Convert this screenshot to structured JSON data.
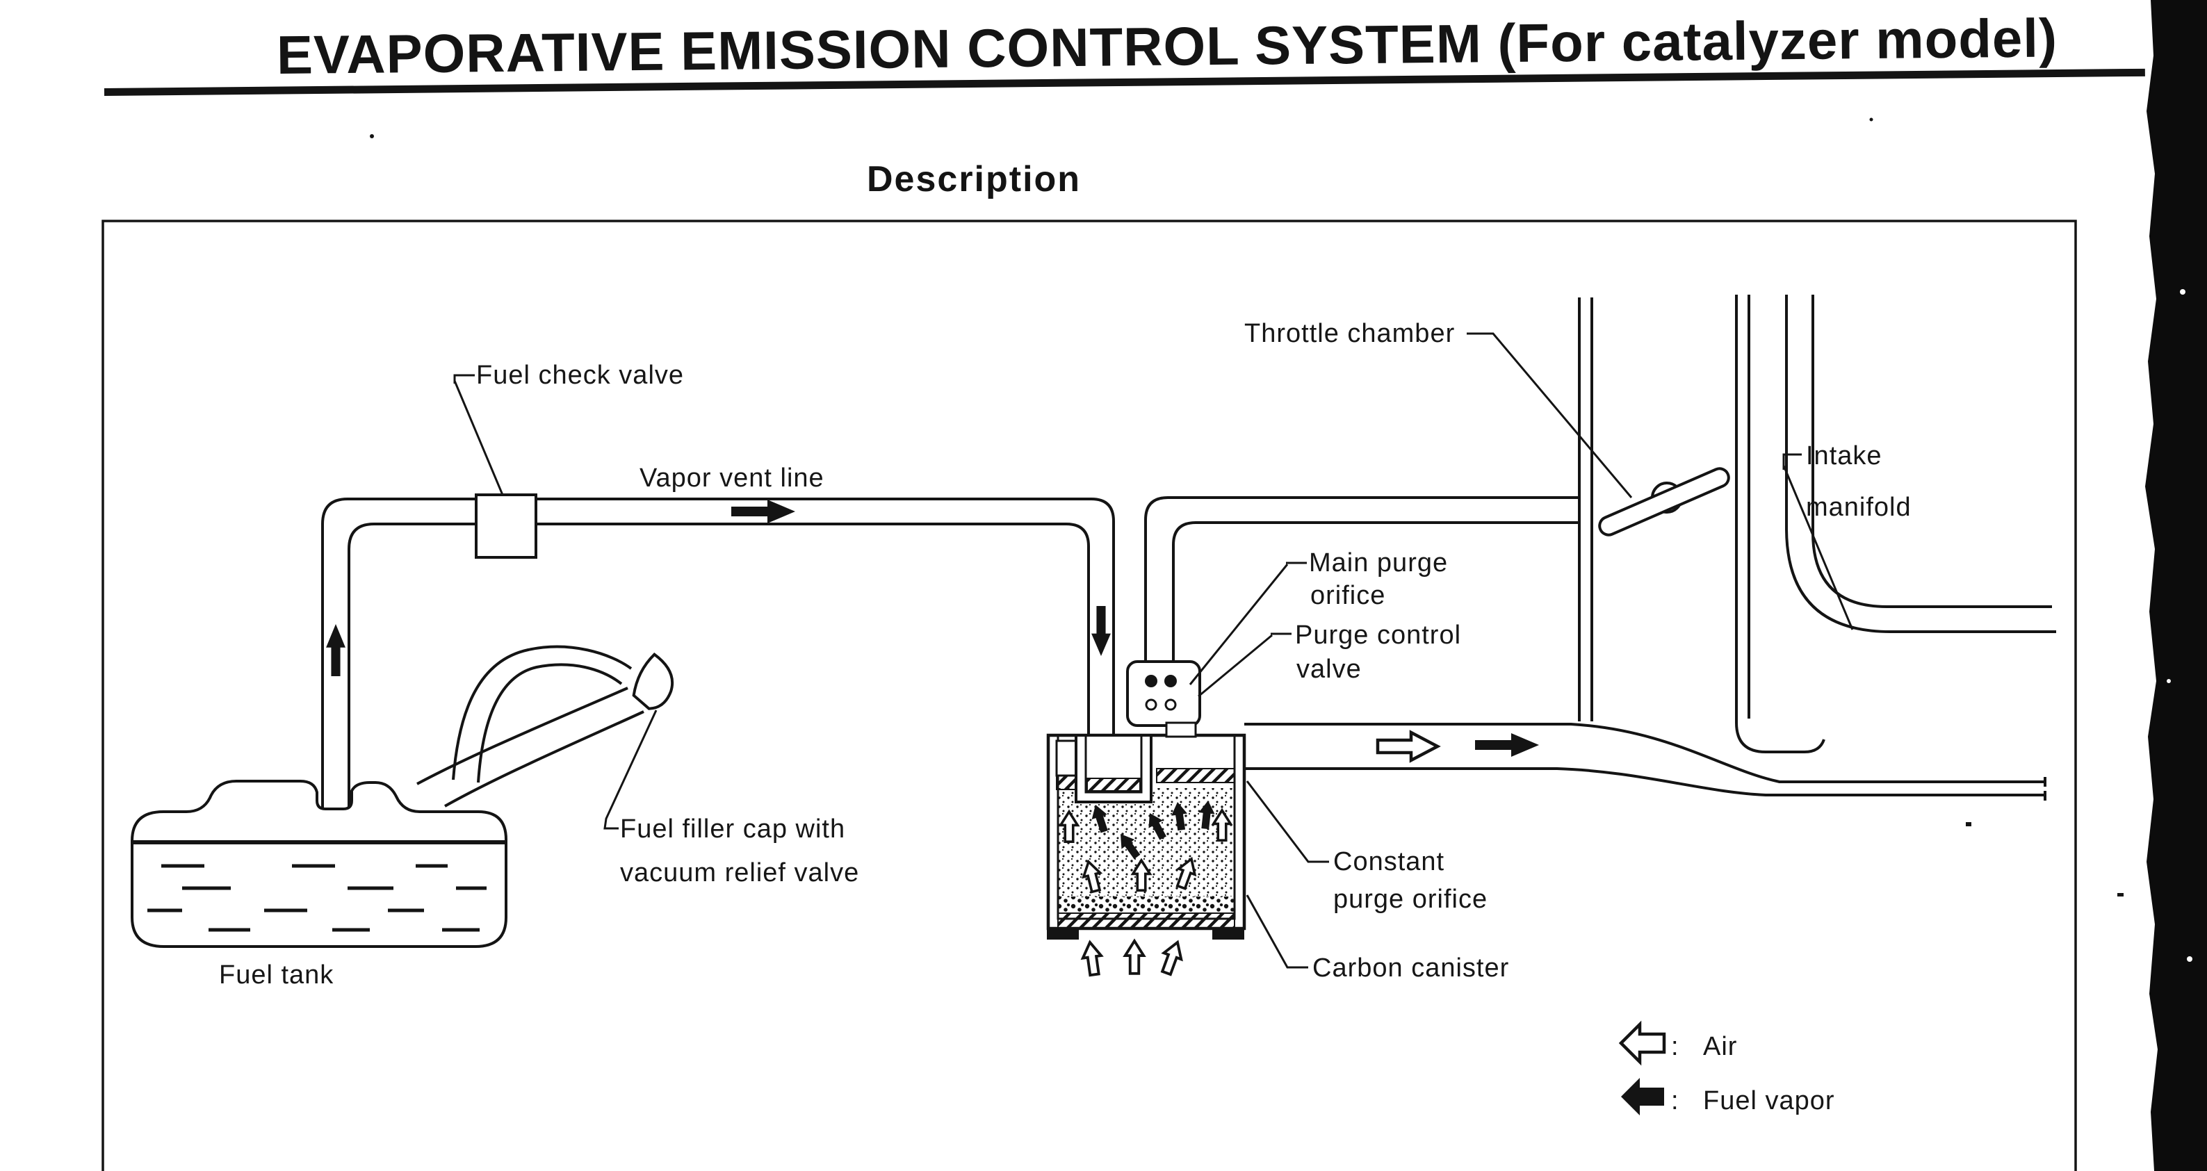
{
  "document": {
    "title": "EVAPORATIVE EMISSION CONTROL SYSTEM (For catalyzer model)",
    "section_heading": "Description"
  },
  "diagram": {
    "labels": {
      "fuel_check_valve": "Fuel check valve",
      "vapor_vent_line": "Vapor vent line",
      "throttle_chamber": "Throttle chamber",
      "intake_manifold": [
        "Intake",
        "manifold"
      ],
      "main_purge_orifice": [
        "Main purge",
        "orifice"
      ],
      "purge_control_valve": [
        "Purge control",
        "valve"
      ],
      "constant_purge_orifice": [
        "Constant",
        "purge orifice"
      ],
      "carbon_canister": "Carbon canister",
      "fuel_filler_cap": [
        "Fuel filler cap with",
        "vacuum relief valve"
      ],
      "fuel_tank": "Fuel tank"
    },
    "legend": {
      "items": [
        {
          "symbol": "air-arrow-open",
          "separator": ":",
          "label": "Air"
        },
        {
          "symbol": "fuel-vapor-arrow-solid",
          "separator": ":",
          "label": "Fuel vapor"
        }
      ]
    },
    "colors": {
      "ink": "#141414",
      "paper": "#ffffff",
      "scan_band": "#0c0c0c"
    }
  }
}
